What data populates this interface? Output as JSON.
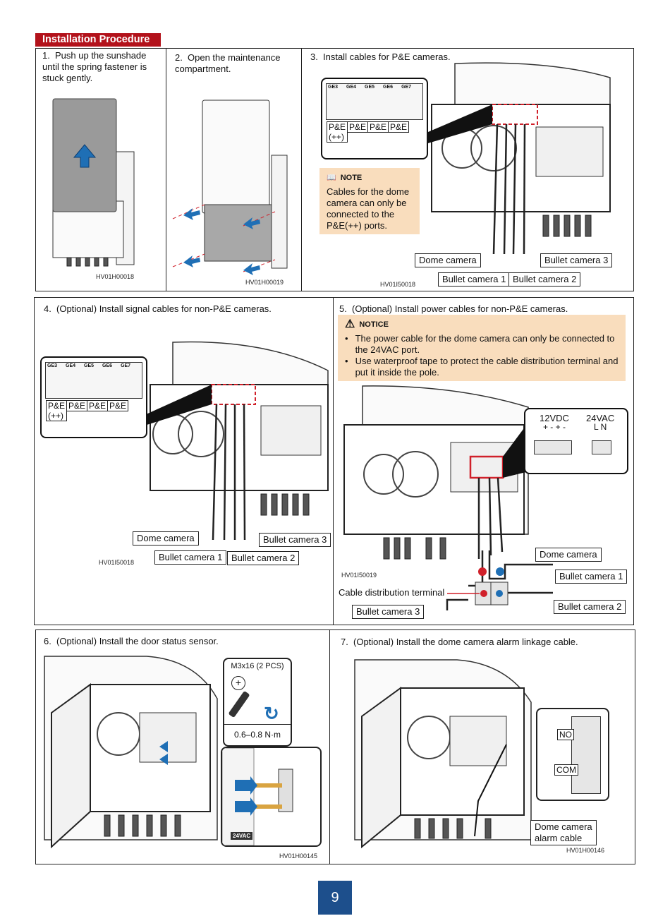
{
  "header": {
    "title": "Installation Procedure"
  },
  "row1": {
    "step1": {
      "number": "1.",
      "text": "Push up the sunshade until the spring fastener is stuck gently.",
      "code": "HV01H00018"
    },
    "step2": {
      "number": "2.",
      "text": "Open the maintenance compartment.",
      "code": "HV01H00019"
    },
    "step3": {
      "number": "3.",
      "text": "Install cables for P&E cameras.",
      "code": "HV01I50018",
      "port_labels": [
        "GE3",
        "GE4",
        "GE5",
        "GE6",
        "GE7"
      ],
      "pe_labels": [
        "P&E\n(++)",
        "P&E",
        "P&E",
        "P&E"
      ],
      "note_title": "NOTE",
      "note_text": "Cables for the dome camera can only be connected to the P&E(++) ports.",
      "callouts": {
        "dome": "Dome camera",
        "bullet1": "Bullet camera 1",
        "bullet2": "Bullet camera 2",
        "bullet3": "Bullet camera 3"
      }
    }
  },
  "row2": {
    "step4": {
      "number": "4.",
      "text": "(Optional) Install signal cables for non-P&E cameras.",
      "code": "HV01I50018",
      "port_labels": [
        "GE3",
        "GE4",
        "GE5",
        "GE6",
        "GE7"
      ],
      "pe_labels": [
        "P&E\n(++)",
        "P&E",
        "P&E",
        "P&E"
      ],
      "callouts": {
        "dome": "Dome camera",
        "bullet1": "Bullet camera 1",
        "bullet2": "Bullet camera 2",
        "bullet3": "Bullet camera 3"
      }
    },
    "step5": {
      "number": "5.",
      "text": "(Optional) Install power cables for non-P&E cameras.",
      "code": "HV01I50019",
      "notice_title": "NOTICE",
      "notice_items": [
        "The power cable for the dome camera can only be connected to the 24VAC port.",
        "Use waterproof tape to protect the cable distribution terminal and put it inside the pole."
      ],
      "dc_label": "12VDC",
      "dc_pins": "+ - + -",
      "ac_label": "24VAC",
      "ac_pins": "L N",
      "callouts": {
        "dome": "Dome camera",
        "bullet1": "Bullet camera 1",
        "bullet2": "Bullet camera 2",
        "bullet3": "Bullet camera 3",
        "terminal": "Cable distribution terminal"
      }
    }
  },
  "row3": {
    "step6": {
      "number": "6.",
      "text": "(Optional) Install the door status sensor.",
      "code": "HV01H00145",
      "screw_spec": "M3x16 (2 PCS)",
      "torque": "0.6–0.8 N·m",
      "label_24vac": "24VAC"
    },
    "step7": {
      "number": "7.",
      "text": "(Optional) Install the dome camera alarm linkage cable.",
      "code": "HV01H00146",
      "no_label": "NO",
      "com_label": "COM",
      "callout": "Dome camera\nalarm cable"
    }
  },
  "footer": {
    "page_number": "9"
  },
  "colors": {
    "title_bg": "#b3121b",
    "note_bg": "#f9ddbd",
    "page_badge": "#1d4f8c",
    "arrow_blue": "#1f6fb5",
    "dashed_red": "#d0202a"
  }
}
